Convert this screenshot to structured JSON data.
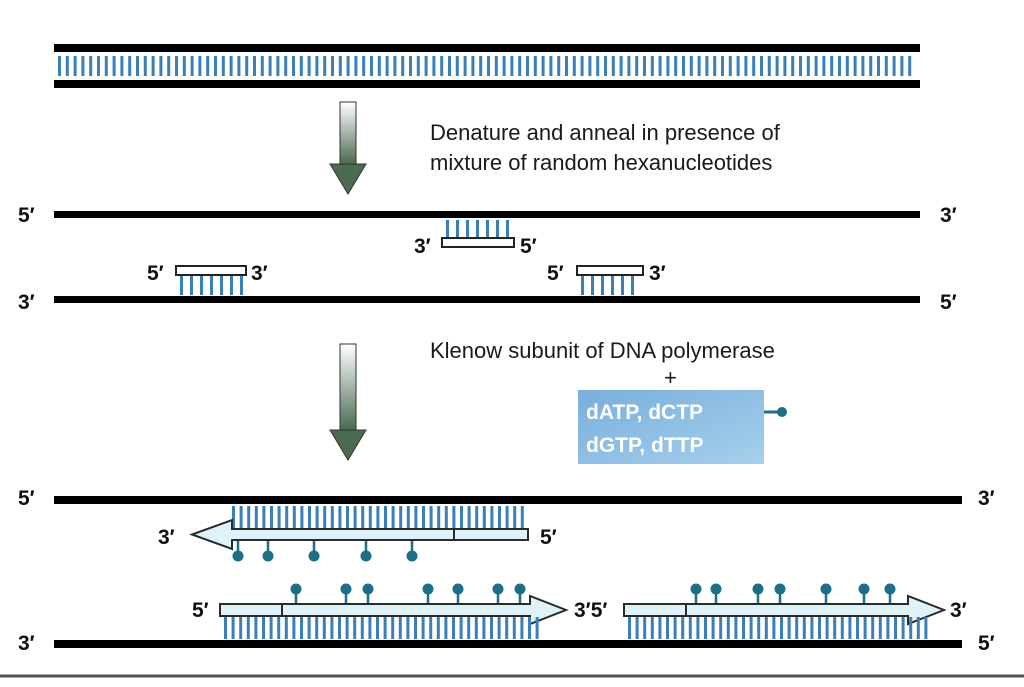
{
  "colors": {
    "strand": "#000000",
    "base_pair": "#3a7fb8",
    "new_strand_fill": "#dff2fa",
    "new_strand_stroke": "#2a2a2a",
    "arrow_top": "#ffffff",
    "arrow_bottom": "#4a6b52",
    "reagent_box": "#86b9e2",
    "nucleotide": "#1b6f86"
  },
  "steps": {
    "step1_line1": "Denature and anneal in presence of",
    "step1_line2": "mixture of random hexanucleotides",
    "step2_enzyme": "Klenow subunit of DNA polymerase",
    "plus": "+"
  },
  "reagents": {
    "line1": "dATP, dCTP",
    "line2": "dGTP, dTTP"
  },
  "labels": {
    "five_prime": "5′",
    "three_prime": "3′",
    "three_five_prime": "3′5′"
  }
}
